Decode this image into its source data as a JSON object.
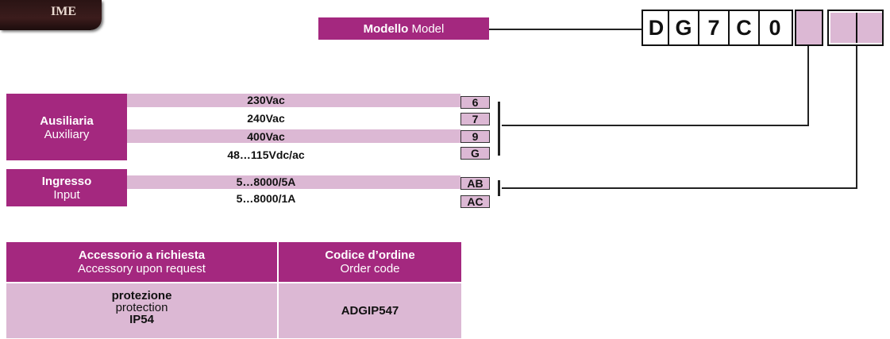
{
  "logo": {
    "text": "IME"
  },
  "model": {
    "label_it": "Modello",
    "label_en": "Model",
    "code": [
      "D",
      "G",
      "7",
      "C",
      "0"
    ]
  },
  "auxiliary": {
    "label_it": "Ausiliaria",
    "label_en": "Auxiliary",
    "rows": [
      {
        "value": "230Vac",
        "code": "6"
      },
      {
        "value": "240Vac",
        "code": "7"
      },
      {
        "value": "400Vac",
        "code": "9"
      },
      {
        "value": "48…115Vdc/ac",
        "code": "G"
      }
    ]
  },
  "input": {
    "label_it": "Ingresso",
    "label_en": "Input",
    "rows": [
      {
        "value": "5…8000/5A",
        "code": "AB"
      },
      {
        "value": "5…8000/1A",
        "code": "AC"
      }
    ]
  },
  "accessory_table": {
    "header_col1_it": "Accessorio a richiesta",
    "header_col1_en": "Accessory upon request",
    "header_col2_it": "Codice d’ordine",
    "header_col2_en": "Order code",
    "row_col1_line1": "protezione",
    "row_col1_line2": "protection",
    "row_col1_line3": "IP54",
    "row_col2": "ADGIP547"
  }
}
